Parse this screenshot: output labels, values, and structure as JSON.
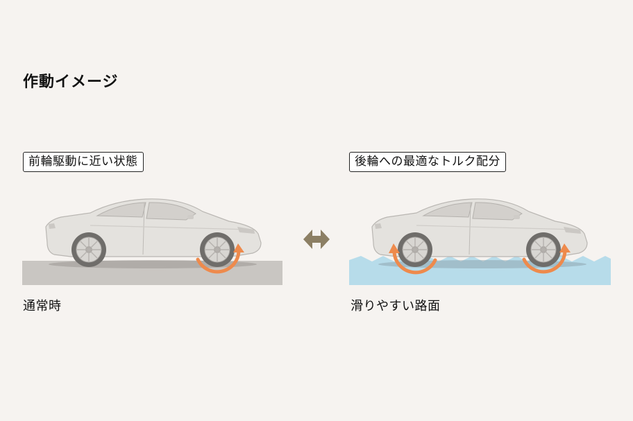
{
  "title": "作動イメージ",
  "left": {
    "label": "前輪駆動に近い状態",
    "caption": "通常時"
  },
  "right": {
    "label": "後輪への最適なトルク配分",
    "caption": "滑りやすい路面"
  },
  "colors": {
    "background": "#f6f3f0",
    "torque_arrow": "#ee8a4c",
    "dry_road": "#c9c6c2",
    "slippery_road": "#b7dcea",
    "swap_arrow": "#8c7f64"
  },
  "icons": [
    "double-arrow-icon",
    "torque-arrow-icon",
    "car-illustration"
  ]
}
